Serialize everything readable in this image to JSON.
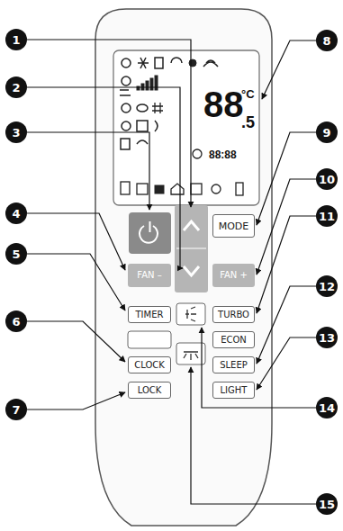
{
  "diagram": {
    "nodes": [
      {
        "text": [
          "MODE"
        ]
      },
      {
        "text": [
          "FAN –"
        ]
      },
      {
        "text": [
          "FAN +"
        ]
      },
      {
        "text": [
          "TIMER"
        ]
      },
      {
        "text": [
          "TURBO"
        ]
      },
      {
        "text": [
          "ECON"
        ]
      },
      {
        "text": [
          "CLOCK"
        ]
      },
      {
        "text": [
          "SLEEP"
        ]
      },
      {
        "text": [
          "LOCK"
        ]
      },
      {
        "text": [
          "LIGHT"
        ]
      }
    ],
    "labels": [
      "1",
      "2",
      "3",
      "4",
      "5",
      "6",
      "7",
      "8",
      "9",
      "10",
      "11",
      "12",
      "13",
      "14",
      "15",
      "88",
      ".5",
      "°C",
      "88:88"
    ]
  }
}
